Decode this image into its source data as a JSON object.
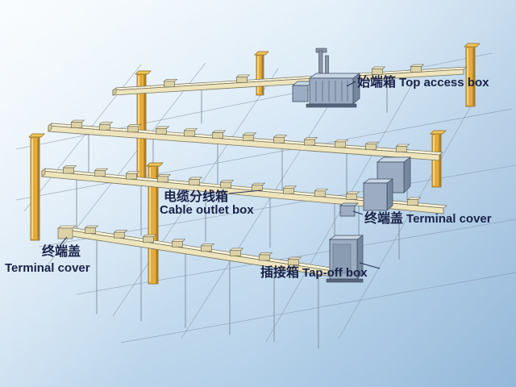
{
  "labels": {
    "top_access_box": {
      "zh": "始端箱",
      "en": "Top access box"
    },
    "cable_outlet_box": {
      "zh": "电缆分线箱",
      "en": "Cable outlet box"
    },
    "terminal_cover_right": {
      "zh": "终端盖",
      "en": "Terminal cover"
    },
    "tap_off_box": {
      "zh": "插接箱",
      "en": "Tap-off box"
    },
    "terminal_cover_left": {
      "zh": "终端盖",
      "en": "Terminal cover"
    }
  },
  "colors": {
    "column": "#e3ab3f",
    "rail": "#efe5bd",
    "box_blue": "#9cadc3",
    "line": "#7f8ea0",
    "label_text": "#1a2248",
    "background_top": "#f3f9fd",
    "background_bottom": "#a4c6e3"
  }
}
